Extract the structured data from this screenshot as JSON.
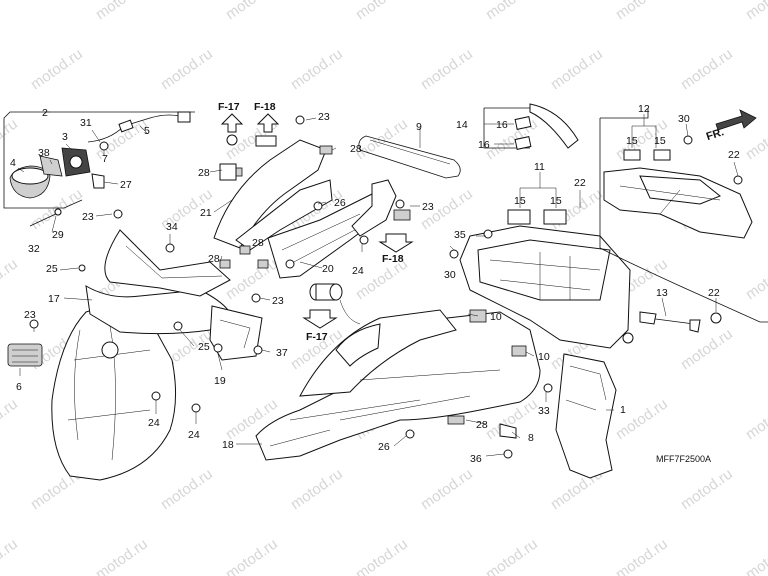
{
  "watermark": "motod.ru",
  "diagram_code": "MFF7F2500A",
  "front_arrow": "FR.",
  "refs": {
    "f17_top": "F-17",
    "f18_top": "F-18",
    "f18_mid": "F-18",
    "f17_mid": "F-17"
  },
  "callouts": {
    "c1": "1",
    "c2": "2",
    "c3": "3",
    "c4": "4",
    "c5": "5",
    "c6": "6",
    "c7": "7",
    "c8": "8",
    "c9": "9",
    "c10a": "10",
    "c10b": "10",
    "c11": "11",
    "c12": "12",
    "c13": "13",
    "c14": "14",
    "c15a": "15",
    "c15b": "15",
    "c15c": "15",
    "c15d": "15",
    "c16a": "16",
    "c16b": "16",
    "c17": "17",
    "c18": "18",
    "c19": "19",
    "c20": "20",
    "c21": "21",
    "c22a": "22",
    "c22b": "22",
    "c22c": "22",
    "c23a": "23",
    "c23b": "23",
    "c23c": "23",
    "c23d": "23",
    "c23e": "23",
    "c24a": "24",
    "c24b": "24",
    "c24c": "24",
    "c25a": "25",
    "c25b": "25",
    "c26a": "26",
    "c26b": "26",
    "c27": "27",
    "c28a": "28",
    "c28b": "28",
    "c28c": "28",
    "c28d": "28",
    "c28e": "28",
    "c29": "29",
    "c30a": "30",
    "c30b": "30",
    "c31": "31",
    "c32": "32",
    "c33": "33",
    "c34": "34",
    "c35": "35",
    "c36": "36",
    "c37": "37",
    "c38": "38"
  }
}
